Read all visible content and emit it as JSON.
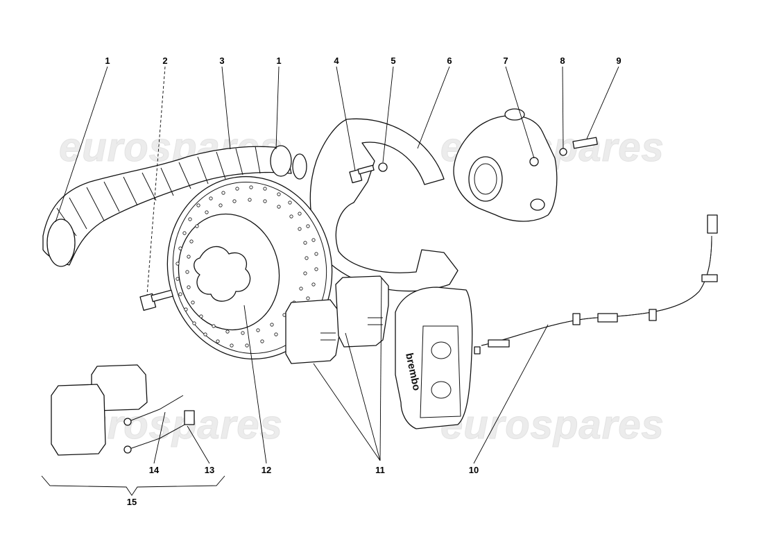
{
  "watermark": "eurospares",
  "caliper_brand": "brembo",
  "callouts": {
    "c1a": "1",
    "c2": "2",
    "c3": "3",
    "c1b": "1",
    "c4": "4",
    "c5": "5",
    "c6": "6",
    "c7": "7",
    "c8": "8",
    "c9": "9",
    "c10": "10",
    "c11": "11",
    "c12": "12",
    "c13": "13",
    "c14": "14",
    "c15": "15"
  }
}
